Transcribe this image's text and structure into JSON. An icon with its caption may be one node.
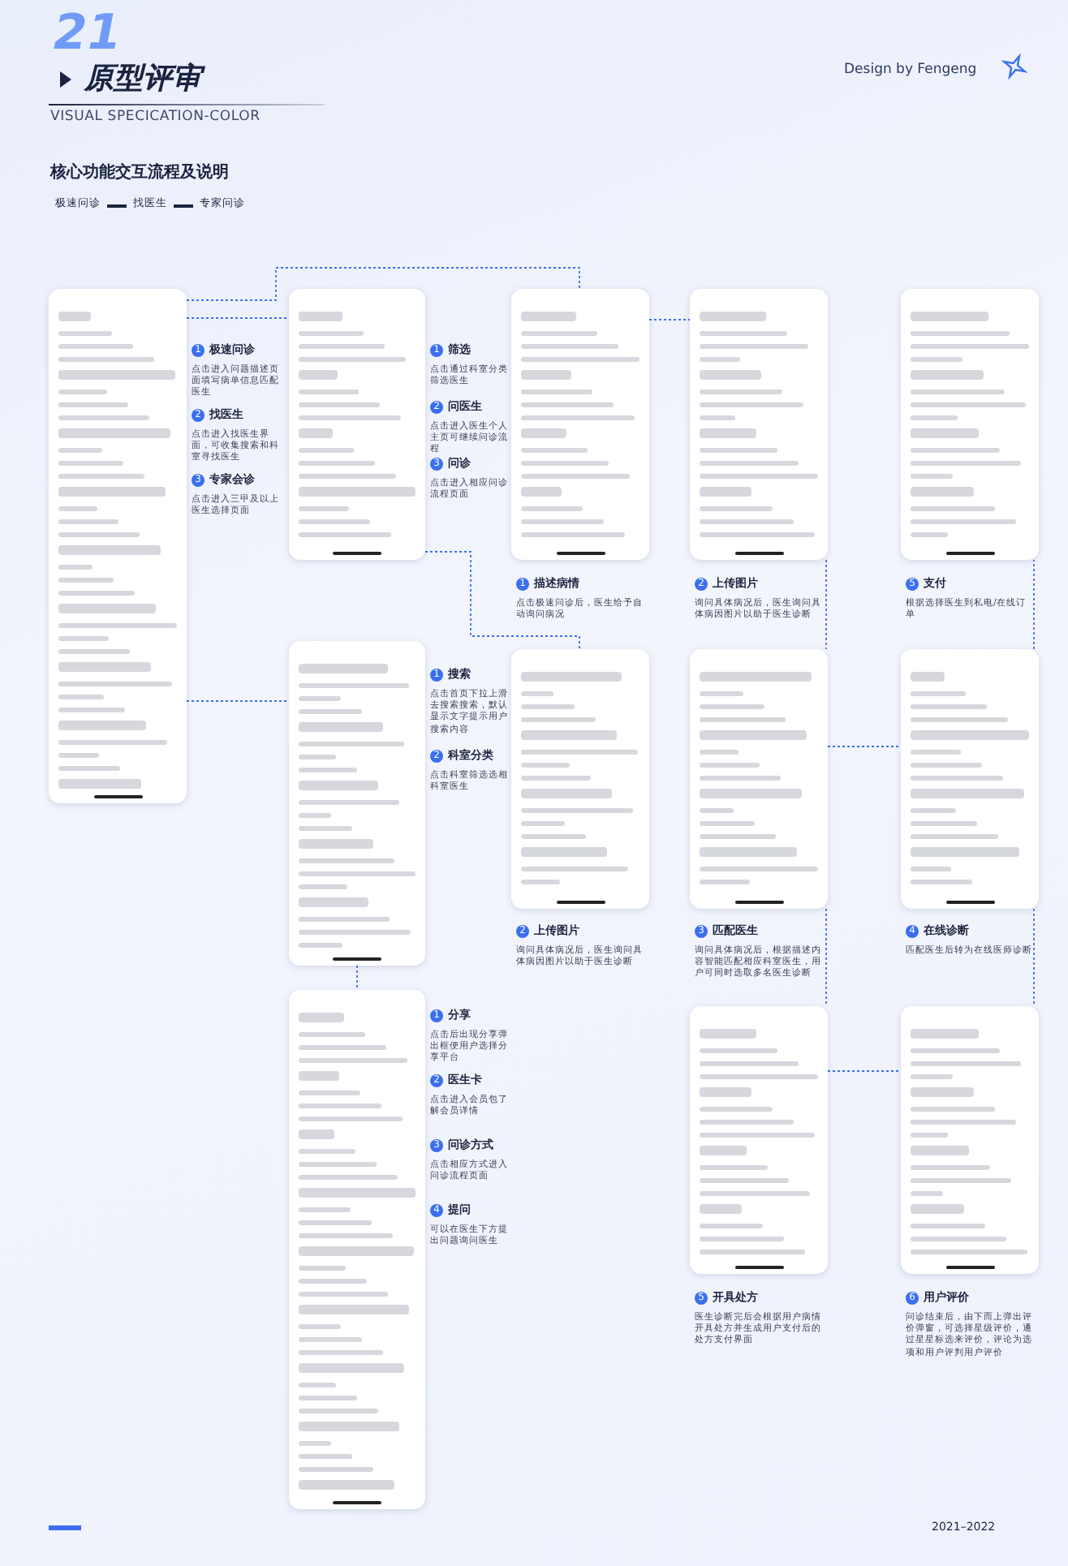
{
  "diagram": {
    "title": "原型评审",
    "nodes": [
      {
        "text": [],
        "shape": "picture",
        "beside": [
          "1",
          "极速问诊",
          "点击进入问题描述页面填写病单信息匹配医生",
          "2",
          "找医生",
          "点击进入找医生界面，可收集搜索和科室寻找医生",
          "3",
          "专家会诊",
          "点击进入三甲及以上医生选择页面"
        ]
      },
      {
        "text": [],
        "shape": "picture",
        "beside": [
          "1",
          "筛选",
          "点击通过科室分类筛选医生",
          "2",
          "问医生",
          "点击进入医生个人主页可继续问诊流程",
          "3",
          "问诊",
          "点击进入相应问诊流程页面"
        ]
      },
      {
        "text": [],
        "shape": "picture",
        "beside": [
          "1",
          "描述病情",
          "点击极速问诊后，医生给予自动询问病况"
        ]
      },
      {
        "text": [],
        "shape": "picture",
        "beside": [
          "2",
          "上传图片",
          "询问具体病况后，医生询问具体病因图片以助于医生诊断"
        ]
      },
      {
        "text": [],
        "shape": "picture",
        "beside": [
          "5",
          "支付",
          "根据选择医生到私电/在线订单"
        ]
      },
      {
        "text": [],
        "shape": "picture",
        "beside": [
          "1",
          "搜索",
          "点击首页下拉上滑去搜索搜索，默认显示文字提示用户搜索内容",
          "2",
          "科室分类",
          "点击科室筛选选相科室医生"
        ]
      },
      {
        "text": [],
        "shape": "picture",
        "beside": [
          "2",
          "上传图片",
          "询问具体病况后，医生询问具体病因图片以助于医生诊断"
        ]
      },
      {
        "text": [],
        "shape": "picture",
        "beside": [
          "3",
          "匹配医生",
          "询问具体病况后，根据描述内容智能匹配相应科室医生，用户可同时选取多名医生诊断"
        ]
      },
      {
        "text": [],
        "shape": "picture",
        "beside": [
          "4",
          "在线诊断",
          "匹配医生后转为在线医师诊断"
        ]
      },
      {
        "text": [],
        "shape": "picture",
        "beside": [
          "1",
          "分享",
          "点击后出现分享弹出框便用户选择分享平台",
          "2",
          "医生卡",
          "点击进入会员包了解会员详情",
          "3",
          "问诊方式",
          "点击相应方式进入问诊流程页面",
          "4",
          "提问",
          "可以在医生下方提出问题询问医生"
        ]
      },
      {
        "text": [],
        "shape": "picture",
        "beside": [
          "5",
          "开具处方",
          "医生诊断完后会根据用户病情开具处方并生成用户支付后的处方支付界面"
        ]
      },
      {
        "text": [],
        "shape": "picture",
        "beside": [
          "6",
          "用户评价",
          "问诊结束后，由下而上弹出评价弹窗，可选择星级评价，通过星星标选来评价，评论为选项和用户评判用户评价"
        ]
      }
    ],
    "edges": [
      {
        "from": 0,
        "to": 2,
        "arrow": "none",
        "style": "dashed"
      },
      {
        "from": 0,
        "to": 1,
        "arrow": "none",
        "style": "dashed"
      },
      {
        "from": 0,
        "to": 5,
        "arrow": "none",
        "style": "dashed"
      },
      {
        "from": 2,
        "to": 3,
        "arrow": "none",
        "style": "dashed"
      },
      {
        "from": 3,
        "to": 7,
        "arrow": "none",
        "style": "dashed"
      },
      {
        "from": 7,
        "to": 8,
        "arrow": "none",
        "style": "dashed"
      },
      {
        "from": 8,
        "to": 4,
        "arrow": "none",
        "style": "dashed"
      },
      {
        "from": 1,
        "to": 6,
        "arrow": "none",
        "style": "dashed"
      },
      {
        "from": 5,
        "to": 9,
        "arrow": "none",
        "style": "dashed"
      },
      {
        "from": 7,
        "to": 10,
        "arrow": "none",
        "style": "dashed"
      },
      {
        "from": 10,
        "to": 11,
        "arrow": "none",
        "style": "dashed"
      },
      {
        "from": 8,
        "to": 11,
        "arrow": "none",
        "style": "dashed"
      }
    ],
    "labels": [
      "21",
      "VISUAL SPECICATION-COLOR",
      "Design by Fengeng",
      "核心功能交互流程及说明",
      "极速问诊",
      "找医生",
      "专家问诊",
      "2021–2022"
    ]
  }
}
